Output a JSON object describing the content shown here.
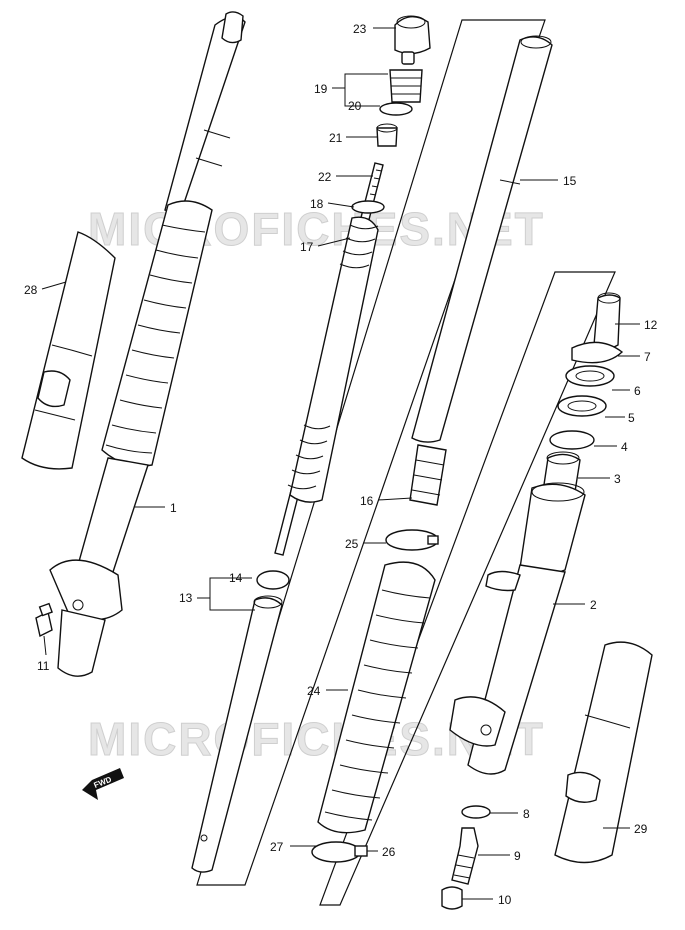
{
  "watermark": {
    "text": "MICROFICHES.NET"
  },
  "fwd_label": "FWD",
  "callouts": [
    {
      "id": "c23",
      "label": "23"
    },
    {
      "id": "c19",
      "label": "19"
    },
    {
      "id": "c20",
      "label": "20"
    },
    {
      "id": "c21",
      "label": "21"
    },
    {
      "id": "c22",
      "label": "22"
    },
    {
      "id": "c18",
      "label": "18"
    },
    {
      "id": "c17",
      "label": "17"
    },
    {
      "id": "c15",
      "label": "15"
    },
    {
      "id": "c28",
      "label": "28"
    },
    {
      "id": "c12",
      "label": "12"
    },
    {
      "id": "c7",
      "label": "7"
    },
    {
      "id": "c6",
      "label": "6"
    },
    {
      "id": "c5",
      "label": "5"
    },
    {
      "id": "c4",
      "label": "4"
    },
    {
      "id": "c3",
      "label": "3"
    },
    {
      "id": "c16",
      "label": "16"
    },
    {
      "id": "c1",
      "label": "1"
    },
    {
      "id": "c25",
      "label": "25"
    },
    {
      "id": "c14",
      "label": "14"
    },
    {
      "id": "c13",
      "label": "13"
    },
    {
      "id": "c2",
      "label": "2"
    },
    {
      "id": "c11",
      "label": "11"
    },
    {
      "id": "c24",
      "label": "24"
    },
    {
      "id": "c8",
      "label": "8"
    },
    {
      "id": "c9",
      "label": "9"
    },
    {
      "id": "c27",
      "label": "27"
    },
    {
      "id": "c26",
      "label": "26"
    },
    {
      "id": "c29",
      "label": "29"
    },
    {
      "id": "c10",
      "label": "10"
    }
  ]
}
